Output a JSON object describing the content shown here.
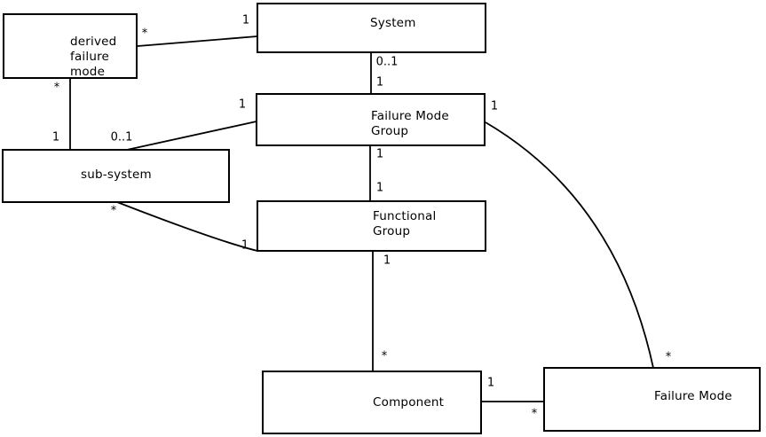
{
  "diagram": {
    "kind": "uml-class-diagram",
    "background_color": "#ffffff",
    "line_color": "#000000",
    "entities": [
      {
        "id": "derived-failure-mode",
        "lines": [
          "derived",
          "failure",
          "mode"
        ]
      },
      {
        "id": "system",
        "lines": [
          "System"
        ]
      },
      {
        "id": "failure-mode-group",
        "lines": [
          "Failure Mode",
          "Group"
        ]
      },
      {
        "id": "sub-system",
        "lines": [
          "sub-system"
        ]
      },
      {
        "id": "functional-group",
        "lines": [
          "Functional",
          "Group"
        ]
      },
      {
        "id": "component",
        "lines": [
          "Component"
        ]
      },
      {
        "id": "failure-mode",
        "lines": [
          "Failure Mode"
        ]
      }
    ],
    "associations": [
      {
        "id": "dfm-system",
        "from": "derived failure mode",
        "to": "System",
        "from_label": "*",
        "to_label": "1"
      },
      {
        "id": "dfm-subsystem",
        "from": "derived failure mode",
        "to": "sub-system",
        "from_label": "*",
        "to_label": "1"
      },
      {
        "id": "system-fmg",
        "from": "System",
        "to": "Failure Mode Group",
        "from_label": "0..1",
        "to_label": "1"
      },
      {
        "id": "subsystem-fmg",
        "from": "sub-system",
        "to": "Failure Mode Group",
        "from_label": "0..1",
        "to_label": "1"
      },
      {
        "id": "subsystem-fg",
        "from": "sub-system",
        "to": "Functional Group",
        "from_label": "*",
        "to_label": "1"
      },
      {
        "id": "fmg-fg",
        "from": "Failure Mode Group",
        "to": "Functional Group",
        "from_label": "1",
        "to_label": "1"
      },
      {
        "id": "fg-component",
        "from": "Functional Group",
        "to": "Component",
        "from_label": "1",
        "to_label": "*"
      },
      {
        "id": "component-fm",
        "from": "Component",
        "to": "Failure Mode",
        "from_label": "1",
        "to_label": "*"
      },
      {
        "id": "fmg-fm",
        "from": "Failure Mode Group",
        "to": "Failure Mode",
        "from_label": "1",
        "to_label": "*"
      }
    ]
  }
}
